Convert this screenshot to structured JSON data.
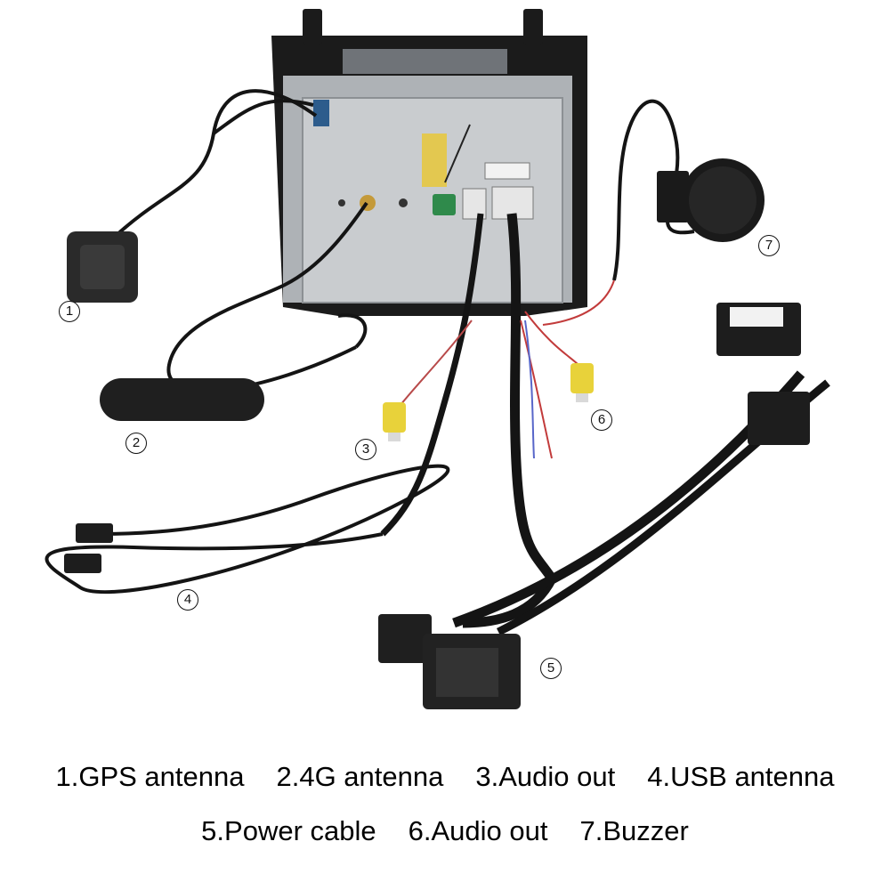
{
  "callouts": [
    "1",
    "2",
    "3",
    "4",
    "5",
    "6",
    "7"
  ],
  "legend": {
    "row1": [
      "1.GPS antenna",
      "2.4G antenna",
      "3.Audio out",
      "4.USB antenna"
    ],
    "row2": [
      "5.Power cable",
      "6.Audio out",
      "7.Buzzer"
    ]
  },
  "colors": {
    "cable": "#141414",
    "unit_panel": "#c9cccf",
    "bezel": "#1b1b1b",
    "rca_yellow": "#e8d23a"
  }
}
